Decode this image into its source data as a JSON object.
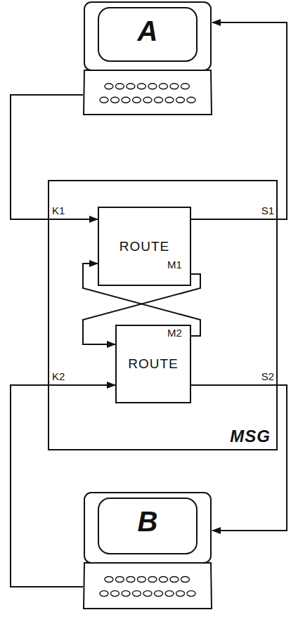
{
  "diagram": {
    "nodes": [
      {
        "text": [
          "A"
        ]
      },
      {
        "text": [
          "MSG"
        ]
      },
      {
        "text": [
          "ROUTE"
        ],
        "in": 1
      },
      {
        "text": [
          "ROUTE"
        ],
        "in": 1
      },
      {
        "text": [
          "B"
        ]
      }
    ],
    "edges": [
      {
        "from": 0,
        "to": 2,
        "arrow": "to"
      },
      {
        "from": 2,
        "to": 0,
        "arrow": "to"
      },
      {
        "from": 2,
        "to": 3,
        "arrow": "to"
      },
      {
        "from": 3,
        "to": 2,
        "arrow": "to"
      },
      {
        "from": 4,
        "to": 3,
        "arrow": "to"
      },
      {
        "from": 3,
        "to": 4,
        "arrow": "to"
      }
    ],
    "labels": [
      "K1",
      "S1",
      "M1",
      "M2",
      "K2",
      "S2"
    ]
  }
}
